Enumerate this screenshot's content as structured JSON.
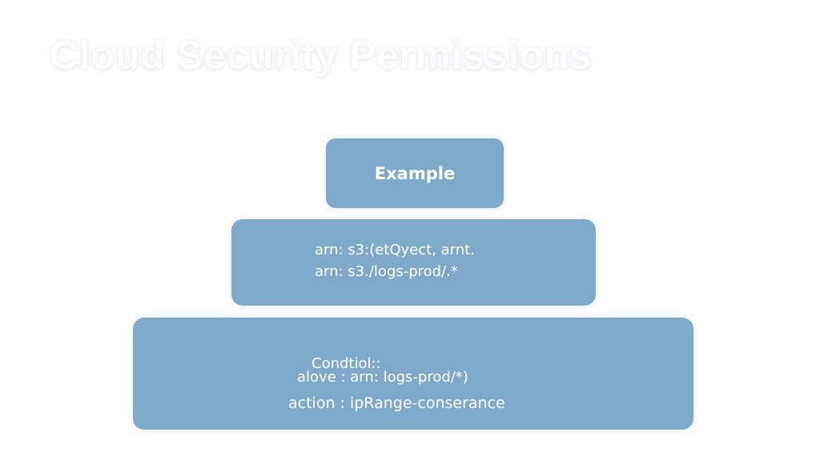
{
  "title": "Cloud Security Permissions",
  "tiers": {
    "top": {
      "label": "Example"
    },
    "middle": {
      "lines": [
        "arn: s3:(etQyect,  arnt.",
        "arn: s3./logs-prod/.*"
      ]
    },
    "bottom": {
      "lines": [
        "Condtiol::",
        "alove : arn: logs-prod/*)",
        "action : ipRange-conserance"
      ]
    }
  },
  "colors": {
    "tier_fill": "#7fa9c9",
    "text": "#ffffff",
    "background": "#ffffff"
  }
}
